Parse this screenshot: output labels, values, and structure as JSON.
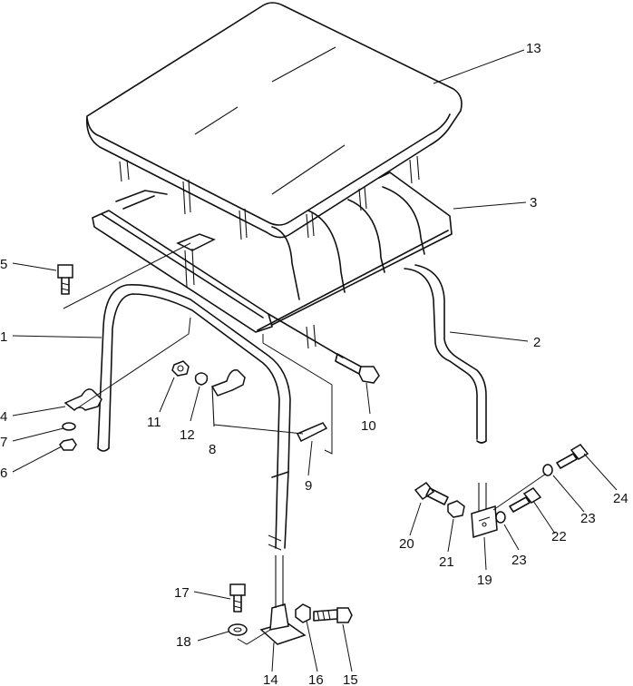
{
  "labels": {
    "p1": "1",
    "p2": "2",
    "p3": "3",
    "p4": "4",
    "p5": "5",
    "p6": "6",
    "p7": "7",
    "p8": "8",
    "p9": "9",
    "p10": "10",
    "p11": "11",
    "p12": "12",
    "p13": "13",
    "p14": "14",
    "p15": "15",
    "p16": "16",
    "p17": "17",
    "p18": "18",
    "p19": "19",
    "p20": "20",
    "p21": "21",
    "p22": "22",
    "p23a": "23",
    "p23b": "23",
    "p24": "24"
  }
}
